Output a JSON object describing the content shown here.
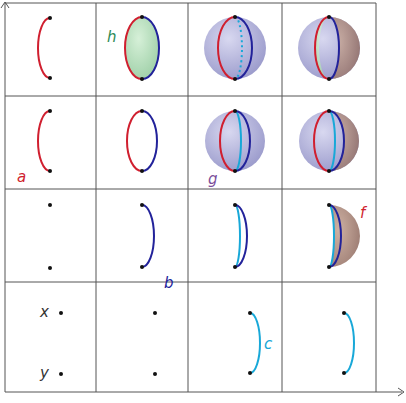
{
  "diagram": {
    "labels": [
      "h",
      "a",
      "g",
      "f",
      "b",
      "x",
      "c",
      "y"
    ]
  }
}
